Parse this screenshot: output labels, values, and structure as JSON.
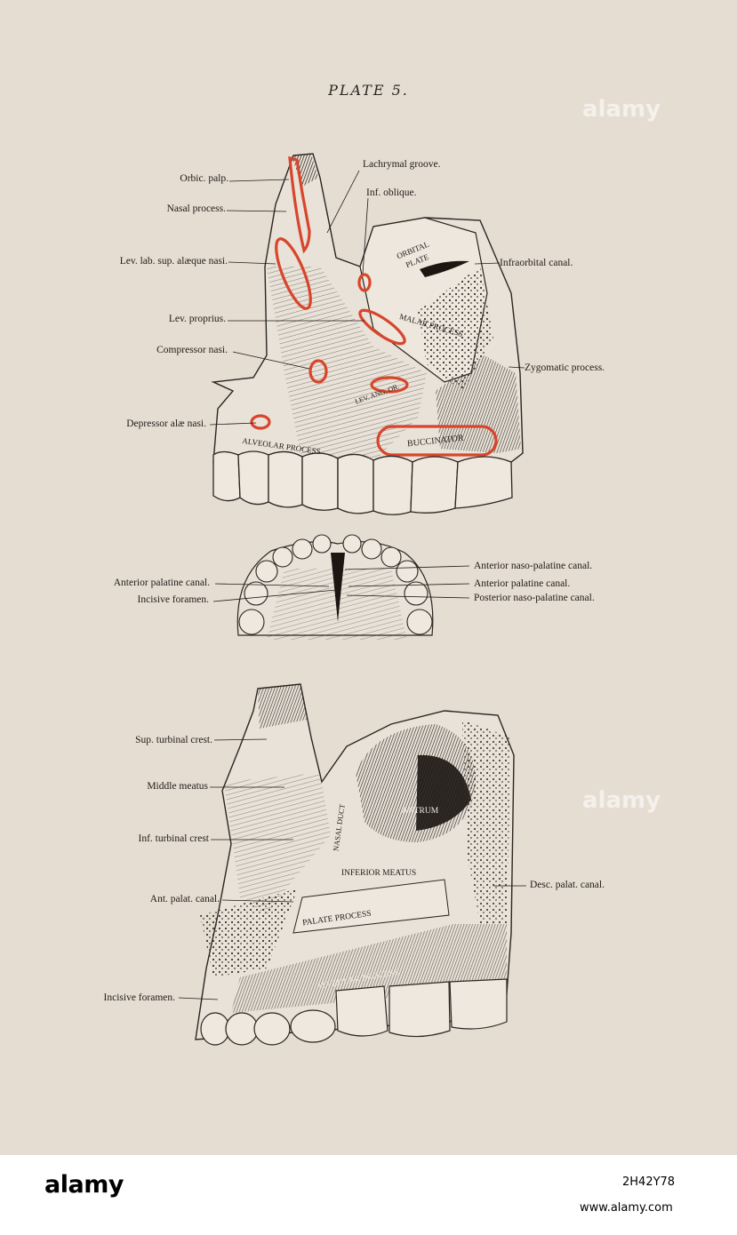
{
  "plate_title": "PLATE 5.",
  "figure_top": {
    "labels_left": {
      "orbic_palp": "Orbic. palp.",
      "nasal_process": "Nasal process.",
      "lev_lab_sup": "Lev. lab. sup. alæque nasi.",
      "lev_proprius": "Lev. proprius.",
      "compressor_nasi": "Compressor nasi.",
      "depressor_alae": "Depressor alæ nasi."
    },
    "labels_right": {
      "lachrymal_groove": "Lachrymal groove.",
      "inf_oblique": "Inf. oblique.",
      "infraorbital_canal": "Infraorbital canal.",
      "zygomatic_process": "Zygomatic process."
    },
    "inline_labels": {
      "orbital_plate": "ORBITAL PLATE",
      "malar_process": "MALAR PROCESS",
      "lev_ang_or": "LEV. ANG. OR.",
      "alveolar_process": "ALVEOLAR PROCESS",
      "buccinator": "BUCCINATOR"
    }
  },
  "figure_middle": {
    "labels_left": {
      "anterior_palatine_canal": "Anterior palatine canal.",
      "incisive_foramen": "Incisive foramen."
    },
    "labels_right": {
      "anterior_naso_palatine": "Anterior naso-palatine canal.",
      "anterior_palatine_canal": "Anterior palatine canal.",
      "posterior_naso_palatine": "Posterior naso-palatine canal."
    }
  },
  "figure_bottom": {
    "labels_left": {
      "sup_turbinal_crest": "Sup. turbinal crest.",
      "middle_meatus": "Middle meatus",
      "inf_turbinal_crest": "Inf. turbinal crest",
      "ant_palat_canal": "Ant. palat. canal.",
      "incisive_foramen": "Incisive foramen."
    },
    "labels_right": {
      "desc_palat_canal": "Desc. palat. canal."
    },
    "inline_labels": {
      "nasal_duct": "NASAL DUCT",
      "antrum": "ANTRUM",
      "inferior_meatus": "INFERIOR MEATUS",
      "palate_process": "PALATE PROCESS",
      "alveolar_process": "ALVEOLAR PROCESS"
    }
  },
  "colors": {
    "muscle_red": "#d8452c",
    "ink": "#1f1b18",
    "paper": "#e6ddd2"
  },
  "watermark": "alamy",
  "footer": {
    "logo": "alamy",
    "image_id": "2H42Y78",
    "url": "www.alamy.com"
  }
}
